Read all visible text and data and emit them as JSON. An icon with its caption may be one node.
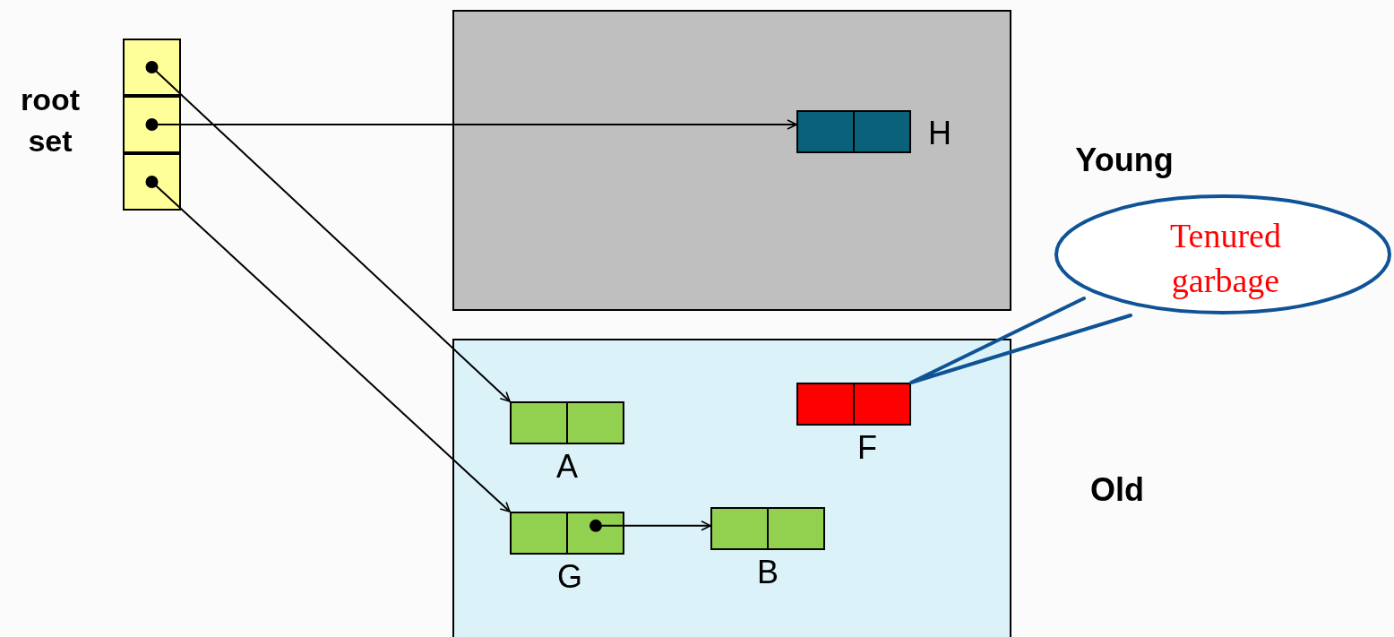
{
  "diagram": {
    "nodes": [
      {
        "text": [
          "root set"
        ]
      },
      {
        "text": [],
        "shape": "box",
        "in": 0
      },
      {
        "text": [],
        "shape": "box",
        "in": 0
      },
      {
        "text": [],
        "shape": "box",
        "in": 0
      },
      {
        "text": [
          "Young"
        ]
      },
      {
        "text": [
          "H"
        ],
        "in": 4
      },
      {
        "text": [
          "Old"
        ]
      },
      {
        "text": [
          "A"
        ],
        "in": 6
      },
      {
        "text": [
          "F"
        ],
        "in": 6
      },
      {
        "text": [
          "G"
        ],
        "in": 6
      },
      {
        "text": [
          "B"
        ],
        "in": 6
      },
      {
        "text": [
          "Tenured garbage"
        ]
      }
    ],
    "edges": [
      {
        "from": 1,
        "to": 7,
        "arrow": "to"
      },
      {
        "from": 2,
        "to": 5,
        "arrow": "to"
      },
      {
        "from": 3,
        "to": 9,
        "arrow": "to"
      },
      {
        "from": 9,
        "to": 10,
        "arrow": "to"
      },
      {
        "from": 11,
        "to": 8,
        "arrow": "none",
        "color": "#0f5396"
      }
    ]
  }
}
